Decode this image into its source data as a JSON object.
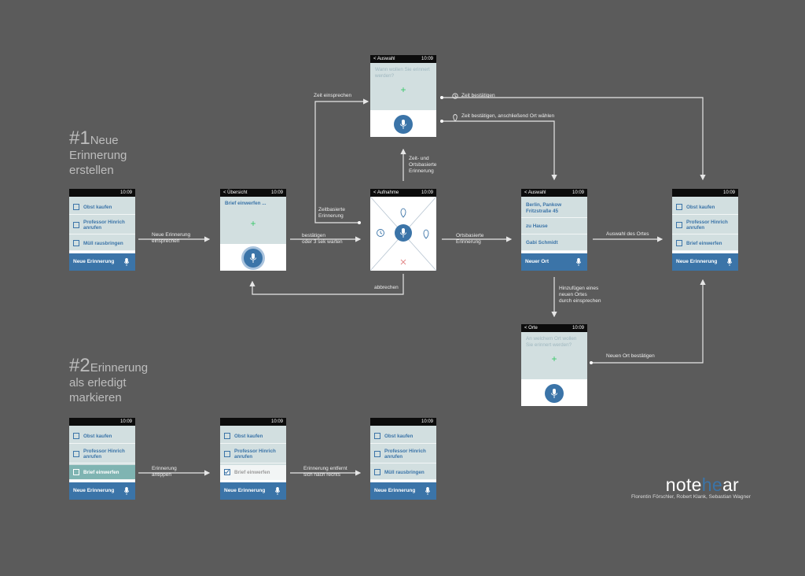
{
  "time": "10:09",
  "sections": {
    "s1": {
      "num": "#1",
      "text1": "Neue",
      "text2": "Erinnerung",
      "text3": "erstellen"
    },
    "s2": {
      "num": "#2",
      "text1": "Erinnerung",
      "text2": "als erledigt",
      "text3": "markieren"
    }
  },
  "headers": {
    "uebersicht": "< Übersicht",
    "aufnahme": "< Aufnahme",
    "auswahl": "< Auswahl",
    "orte": "< Orte"
  },
  "items": {
    "obst": "Obst kaufen",
    "prof1": "Professor Hinrich",
    "prof2": "anrufen",
    "muell": "Müll rausbringen",
    "brief": "Brief einwerfen"
  },
  "buttons": {
    "neue_erinnerung": "Neue Erinnerung",
    "neuer_ort": "Neuer Ort"
  },
  "screens": {
    "dictating_text": "Brief einwerfen ...",
    "time_prompt": "Wann wollen Sie erinnert werden?",
    "place_prompt": "An welchem Ort wollen Sie erinnert werden?",
    "locations": [
      "Berlin, Pankow",
      "Fritzstraße 45",
      "zu Hause",
      "Gabi Schmidt"
    ]
  },
  "labels": {
    "neue_erinnerung_1": "Neue Erinnerung",
    "neue_erinnerung_2": "einsprechen",
    "bestaetigen_1": "bestätigen",
    "bestaetigen_2": "oder 3 sek warten",
    "zeit_einsprechen": "Zeit einsprechen",
    "zeitbasierte_1": "Zeitbasierte",
    "zeitbasierte_2": "Erinnerung",
    "zeitort_1": "Zeit- und",
    "zeitort_2": "Ortsbasierte",
    "zeitort_3": "Erinnerung",
    "ortsbasierte_1": "Ortsbasierte",
    "ortsbasierte_2": "Erinnerung",
    "abbrechen": "abbrechen",
    "zeit_bestaetigen": "Zeit bestätigen",
    "zeit_ort": "Zeit bestätigen, anschließend Ort wählen",
    "auswahl_ort": "Auswahl des Ortes",
    "hinzufuegen_1": "Hinzufügen eines",
    "hinzufuegen_2": "neuen Ortes",
    "hinzufuegen_3": "durch einsprechen",
    "neuen_ort": "Neuen Ort bestätigen",
    "antippen_1": "Erinnerung",
    "antippen_2": "antippen",
    "entfernt_1": "Erinnerung entfernt",
    "entfernt_2": "sich nach rechts"
  },
  "brand": {
    "pre": "note",
    "accent": "he",
    "post": "ar",
    "credits": "Florentin Förschler, Robert Klank, Sebastian Wagner"
  },
  "colors": {
    "background": "#5b5b5b",
    "accent": "#3b74a8",
    "list_bg": "#d2dfe0",
    "highlight": "#7fb4b2",
    "plus": "#39c86a",
    "cancel": "#e38a8a"
  }
}
